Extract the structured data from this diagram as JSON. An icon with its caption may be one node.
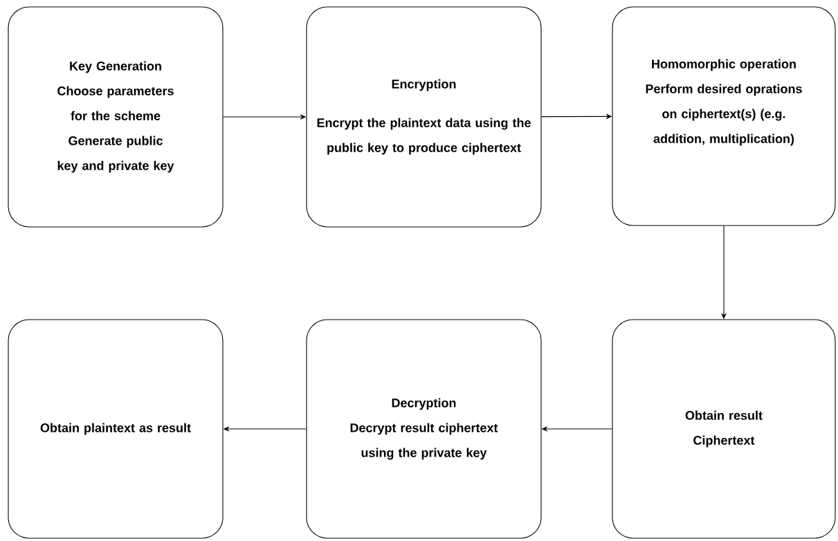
{
  "diagram": {
    "nodes": [
      {
        "text": [
          "Key Generation",
          "Choose parameters for the scheme",
          "Generate public key and private key"
        ]
      },
      {
        "text": [
          "Encryption",
          "Encrypt the plaintext data using the public key to produce ciphertext"
        ]
      },
      {
        "text": [
          "Homomorphic operation",
          "Perform desired oprations on ciphertext(s) (e.g. addition, multiplication)"
        ]
      },
      {
        "text": [
          "Obtain result",
          "Ciphertext"
        ]
      },
      {
        "text": [
          "Decryption",
          "Decrypt result ciphertext using the private key"
        ]
      },
      {
        "text": [
          "Obtain plaintext as result"
        ]
      }
    ],
    "edges": [
      {
        "from": 0,
        "to": 1,
        "arrow": "to"
      },
      {
        "from": 1,
        "to": 2,
        "arrow": "to"
      },
      {
        "from": 2,
        "to": 3,
        "arrow": "to"
      },
      {
        "from": 3,
        "to": 4,
        "arrow": "to"
      },
      {
        "from": 4,
        "to": 5,
        "arrow": "to"
      }
    ]
  }
}
